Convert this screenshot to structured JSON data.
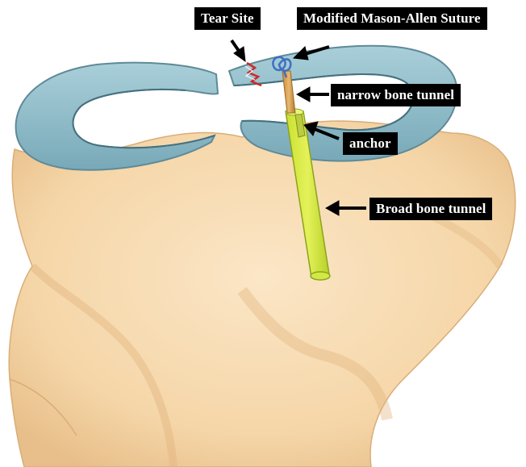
{
  "labels": {
    "tear_site": "Tear Site",
    "suture": "Modified Mason-Allen Suture",
    "narrow_tunnel": "narrow bone tunnel",
    "anchor": "anchor",
    "broad_tunnel": "Broad bone tunnel"
  },
  "colors": {
    "bone": "#f8dcb4",
    "bone_shadow": "#e9c08c",
    "meniscus": "#8fbcc8",
    "meniscus_edge": "#5f8a98",
    "broad_tunnel": "#d5ea3a",
    "narrow_tunnel": "#d8a050",
    "suture": "#4a78c0",
    "tear": "#cc2a2a",
    "label_bg": "#000000",
    "label_text": "#ffffff"
  }
}
